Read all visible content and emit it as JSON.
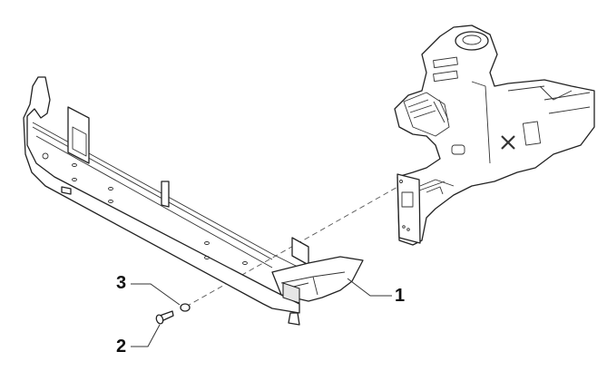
{
  "diagram": {
    "type": "exploded-parts-diagram",
    "description": "Front crossmember / bumper reinforcement with mounting hardware and body frame rail",
    "callouts": [
      {
        "id": "1",
        "label": "1",
        "part": "crossmember"
      },
      {
        "id": "2",
        "label": "2",
        "part": "bolt"
      },
      {
        "id": "3",
        "label": "3",
        "part": "washer"
      }
    ],
    "colors": {
      "background": "#ffffff",
      "line": "#222222",
      "label": "#111111"
    }
  }
}
